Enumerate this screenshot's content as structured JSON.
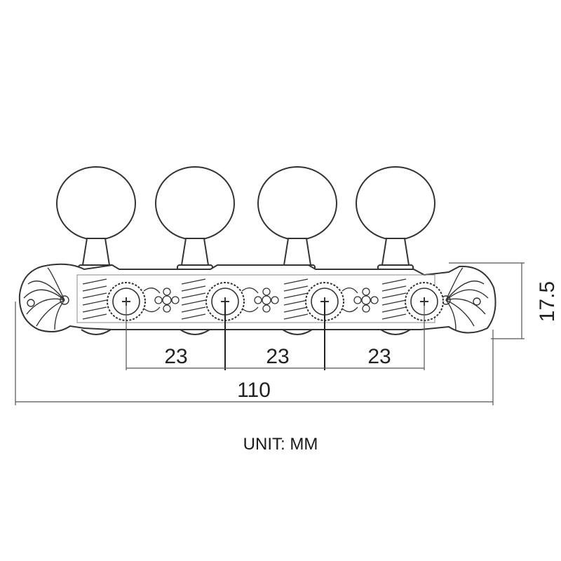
{
  "dimensions": {
    "spacing_1": "23",
    "spacing_2": "23",
    "spacing_3": "23",
    "total_length": "110",
    "height": "17.5"
  },
  "unit_label": "UNIT: MM",
  "tuner_count": 4,
  "colors": {
    "line": "#333333",
    "dimension_line": "#555555",
    "text": "#222222"
  }
}
